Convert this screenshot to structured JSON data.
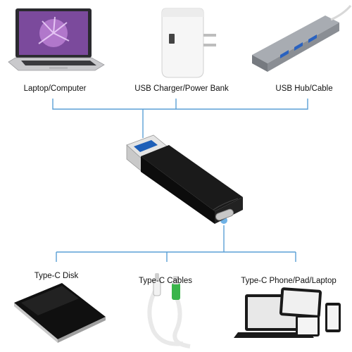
{
  "top_sources": [
    {
      "label": "Laptop/Computer",
      "icon": "laptop-icon"
    },
    {
      "label": "USB Charger/Power Bank",
      "icon": "wall-charger-icon"
    },
    {
      "label": "USB Hub/Cable",
      "icon": "usb-hub-icon"
    }
  ],
  "bottom_targets": [
    {
      "label": "Type-C Disk",
      "icon": "external-disk-icon"
    },
    {
      "label": "Type-C Cables",
      "icon": "usb-c-cable-icon"
    },
    {
      "label": "Type-C Phone/Pad/Laptop",
      "icon": "devices-icon"
    }
  ],
  "center": {
    "icon": "usb-a-to-usb-c-adapter-icon"
  },
  "colors": {
    "connector_line": "#5a9fd6",
    "adapter_body": "#111111",
    "usb_tongue": "#1e5fb8"
  }
}
